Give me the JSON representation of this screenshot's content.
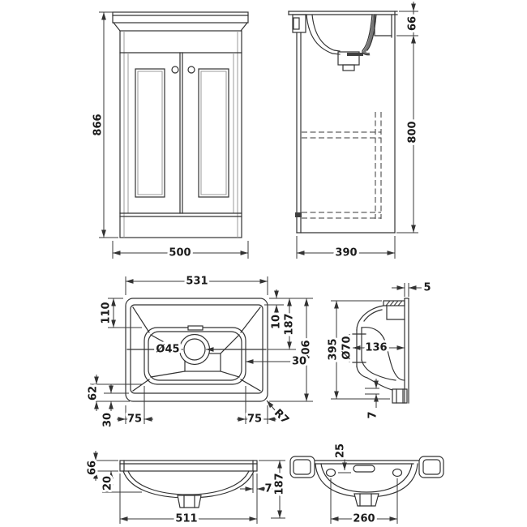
{
  "document": {
    "type": "technical dimension drawing",
    "subject": "bathroom vanity unit with basin",
    "units": "mm"
  },
  "colors": {
    "background": "#ffffff",
    "line": "#333333",
    "dim_text": "#1b1b1b"
  },
  "views": {
    "vanity_front": {
      "height": "866",
      "width": "500"
    },
    "vanity_side": {
      "rim": "66",
      "height": "800",
      "depth": "390"
    },
    "basin_plan": {
      "width": "531",
      "d110": "110",
      "d10": "10",
      "d187": "187",
      "depth": "406",
      "d30_side": "30",
      "d62": "62",
      "d30_front": "30",
      "d75_left": "75",
      "d75_right": "75",
      "tap": "Ø45",
      "radius": "R7"
    },
    "basin_section": {
      "d5": "5",
      "d395": "395",
      "overflow": "Ø70",
      "d136": "136",
      "d7": "7"
    },
    "basin_front": {
      "d66": "66",
      "d20": "20",
      "width": "511",
      "d7": "7",
      "height": "187"
    },
    "basin_under": {
      "d25": "25",
      "d260": "260"
    }
  }
}
